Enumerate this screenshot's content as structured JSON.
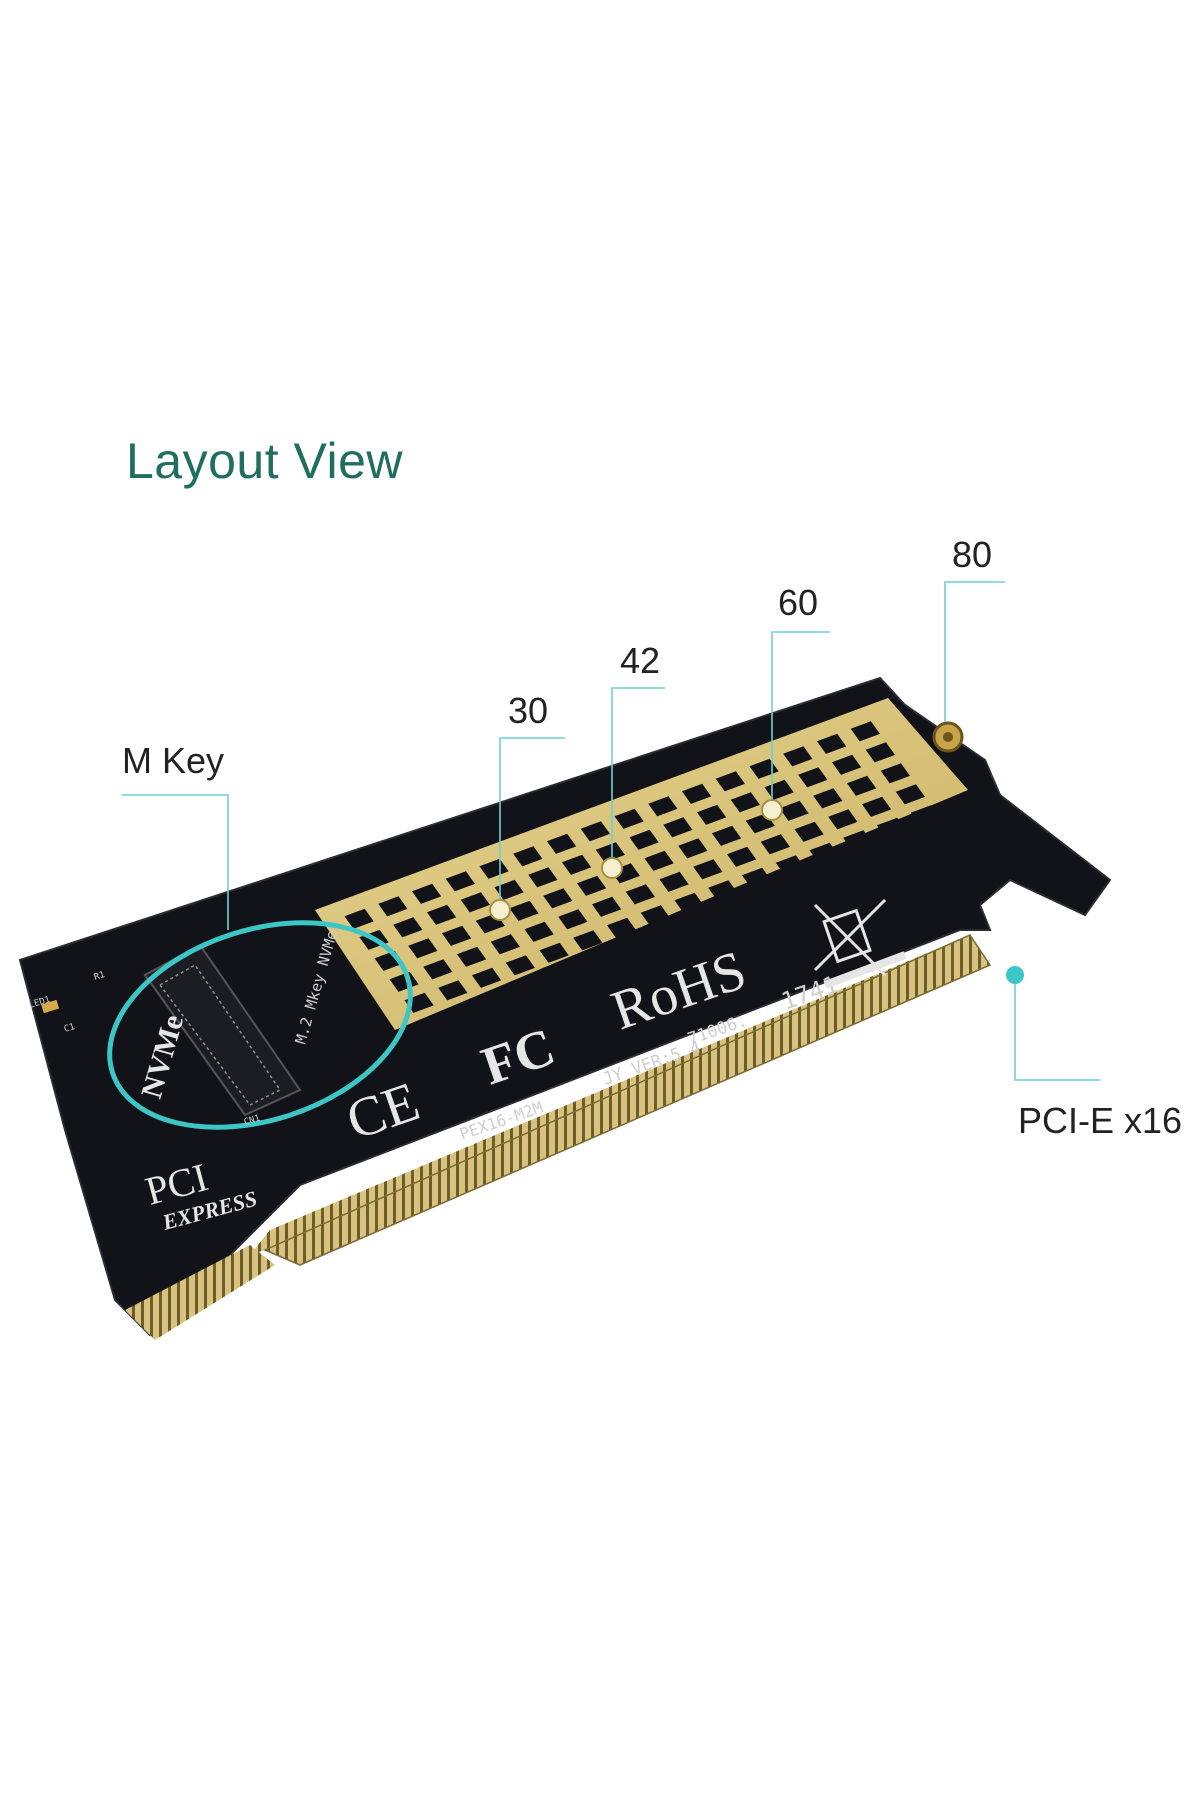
{
  "title": "Layout View",
  "labels": {
    "mkey": "M Key",
    "s30": "30",
    "s42": "42",
    "s60": "60",
    "s80": "80",
    "pcie": "PCI-E x16"
  },
  "board_markings": {
    "rohs": "RoHS",
    "nvme_big": "NVMe",
    "mkey_text": "M.2 Mkey NVMe",
    "ce": "CE",
    "fc": "FC",
    "model": "PEX16-M2M",
    "version": "JY VER:5.4",
    "code": "71006.",
    "date": "1741",
    "pci": "PCI",
    "express": "EXPRESS",
    "led": "LED1",
    "r1": "R1",
    "c1": "C1",
    "cn1": "CN1"
  },
  "colors": {
    "title": "#1f6e60",
    "accent": "#3cc6c6",
    "board": "#121318",
    "gold": "#d8c27a"
  }
}
